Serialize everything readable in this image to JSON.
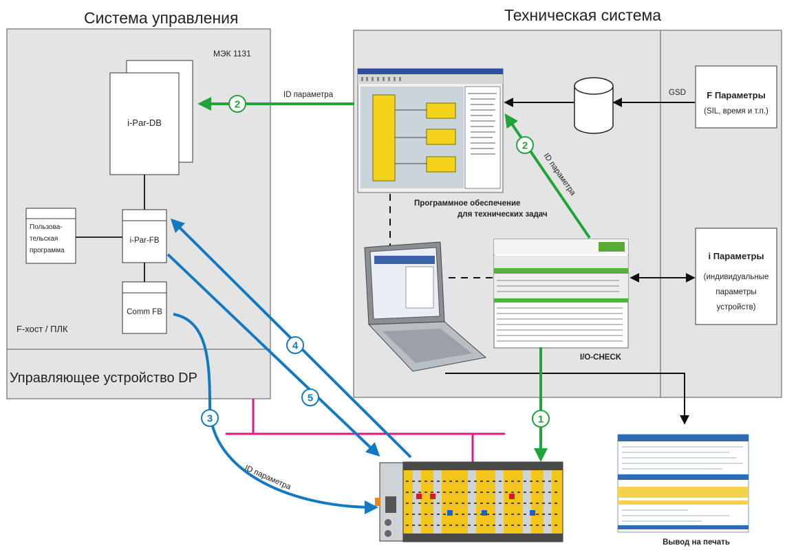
{
  "control_system": {
    "title": "Система управления",
    "iec_label": "МЭК 1131",
    "ipar_db": "i-Par-DB",
    "ipar_fb": "i-Par-FB",
    "comm_fb": "Comm FB",
    "user_program": [
      "Пользова-",
      "тельская",
      "программа"
    ],
    "host_label": "F-хост / ПЛК",
    "dp_master": "Управляющее устройство DP"
  },
  "technical_system": {
    "title": "Техническая система",
    "software_caption": [
      "Программное обеспечение",
      "для технических задач"
    ],
    "io_check": "I/O-CHECK",
    "gsd": "GSD"
  },
  "f_params": {
    "title": "F Параметры",
    "subtitle": "(SIL, время и т.п.)"
  },
  "i_params": {
    "title": "i Параметры",
    "lines": [
      "(индивидуальные",
      "параметры",
      "устройств)"
    ]
  },
  "connection_labels": {
    "id_param_top": "ID параметра",
    "id_param_diag": "ID параметра",
    "id_param_bottom": "ID параметра"
  },
  "steps": [
    "1",
    "2",
    "2",
    "3",
    "4",
    "5"
  ],
  "printout_label": "Вывод на печать",
  "colors": {
    "green": "#1fa33a",
    "blue": "#1479c4",
    "magenta": "#e0187f",
    "panel": "#e4e4e4",
    "yellow": "#f3c51b"
  },
  "icons": [
    "database-cylinder-icon",
    "software-window-icon",
    "laptop-icon",
    "io-check-window-icon",
    "io-module-rack-icon",
    "printout-document-icon"
  ]
}
